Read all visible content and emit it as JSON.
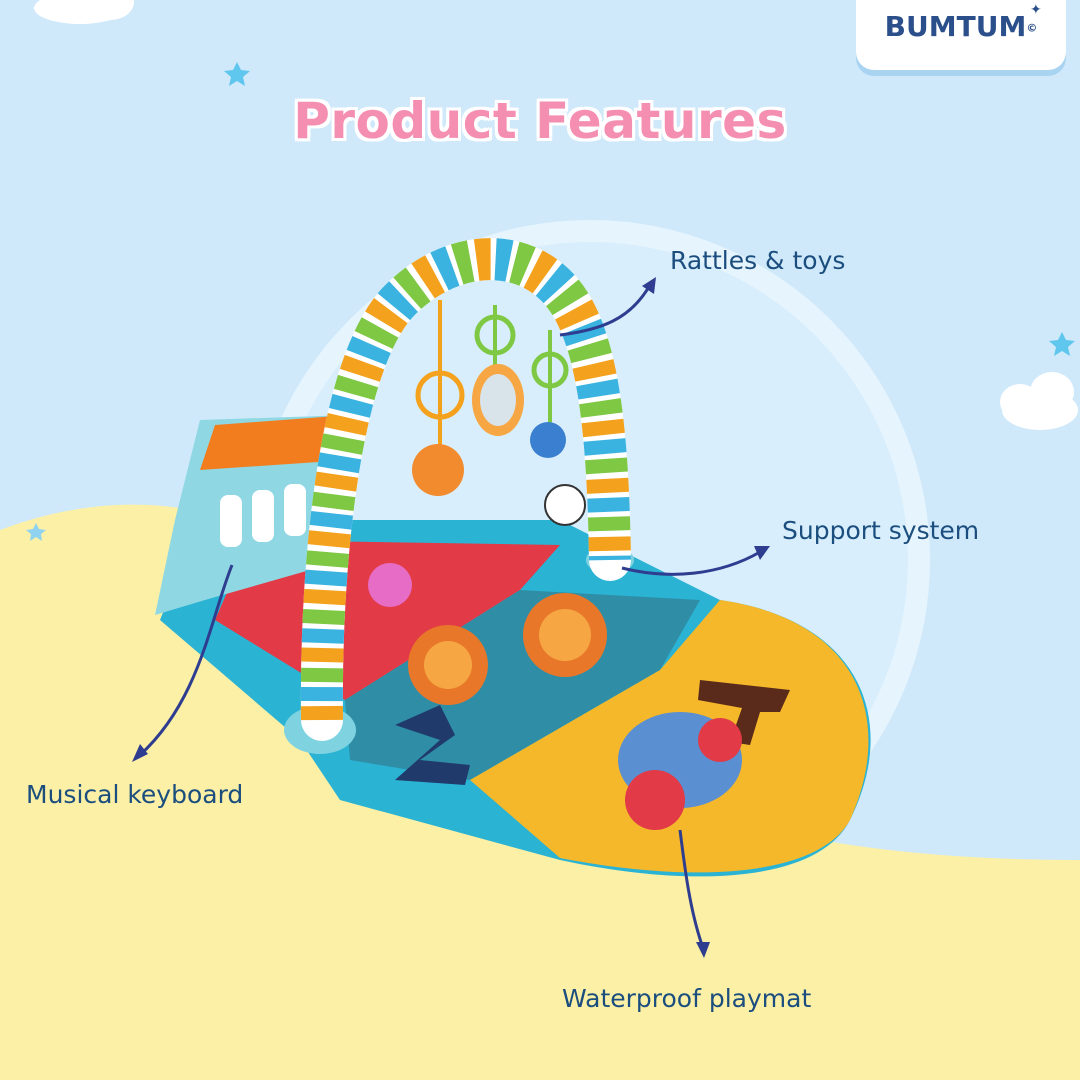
{
  "header": {
    "title": "Product Features"
  },
  "brand": {
    "logo_text": "BUMTUM",
    "logo_mark": "©"
  },
  "callouts": {
    "rattles": "Rattles & toys",
    "support": "Support system",
    "keyboard": "Musical keyboard",
    "playmat": "Waterproof playmat"
  },
  "colors": {
    "sky": "#cfe9fb",
    "sand": "#fbf0a6",
    "title_pink": "#f58fb1",
    "label_blue": "#1b4e7e",
    "arrow": "#2e3d8f"
  },
  "icons": [
    "star-icon",
    "cloud-icon",
    "arrow-icon"
  ]
}
